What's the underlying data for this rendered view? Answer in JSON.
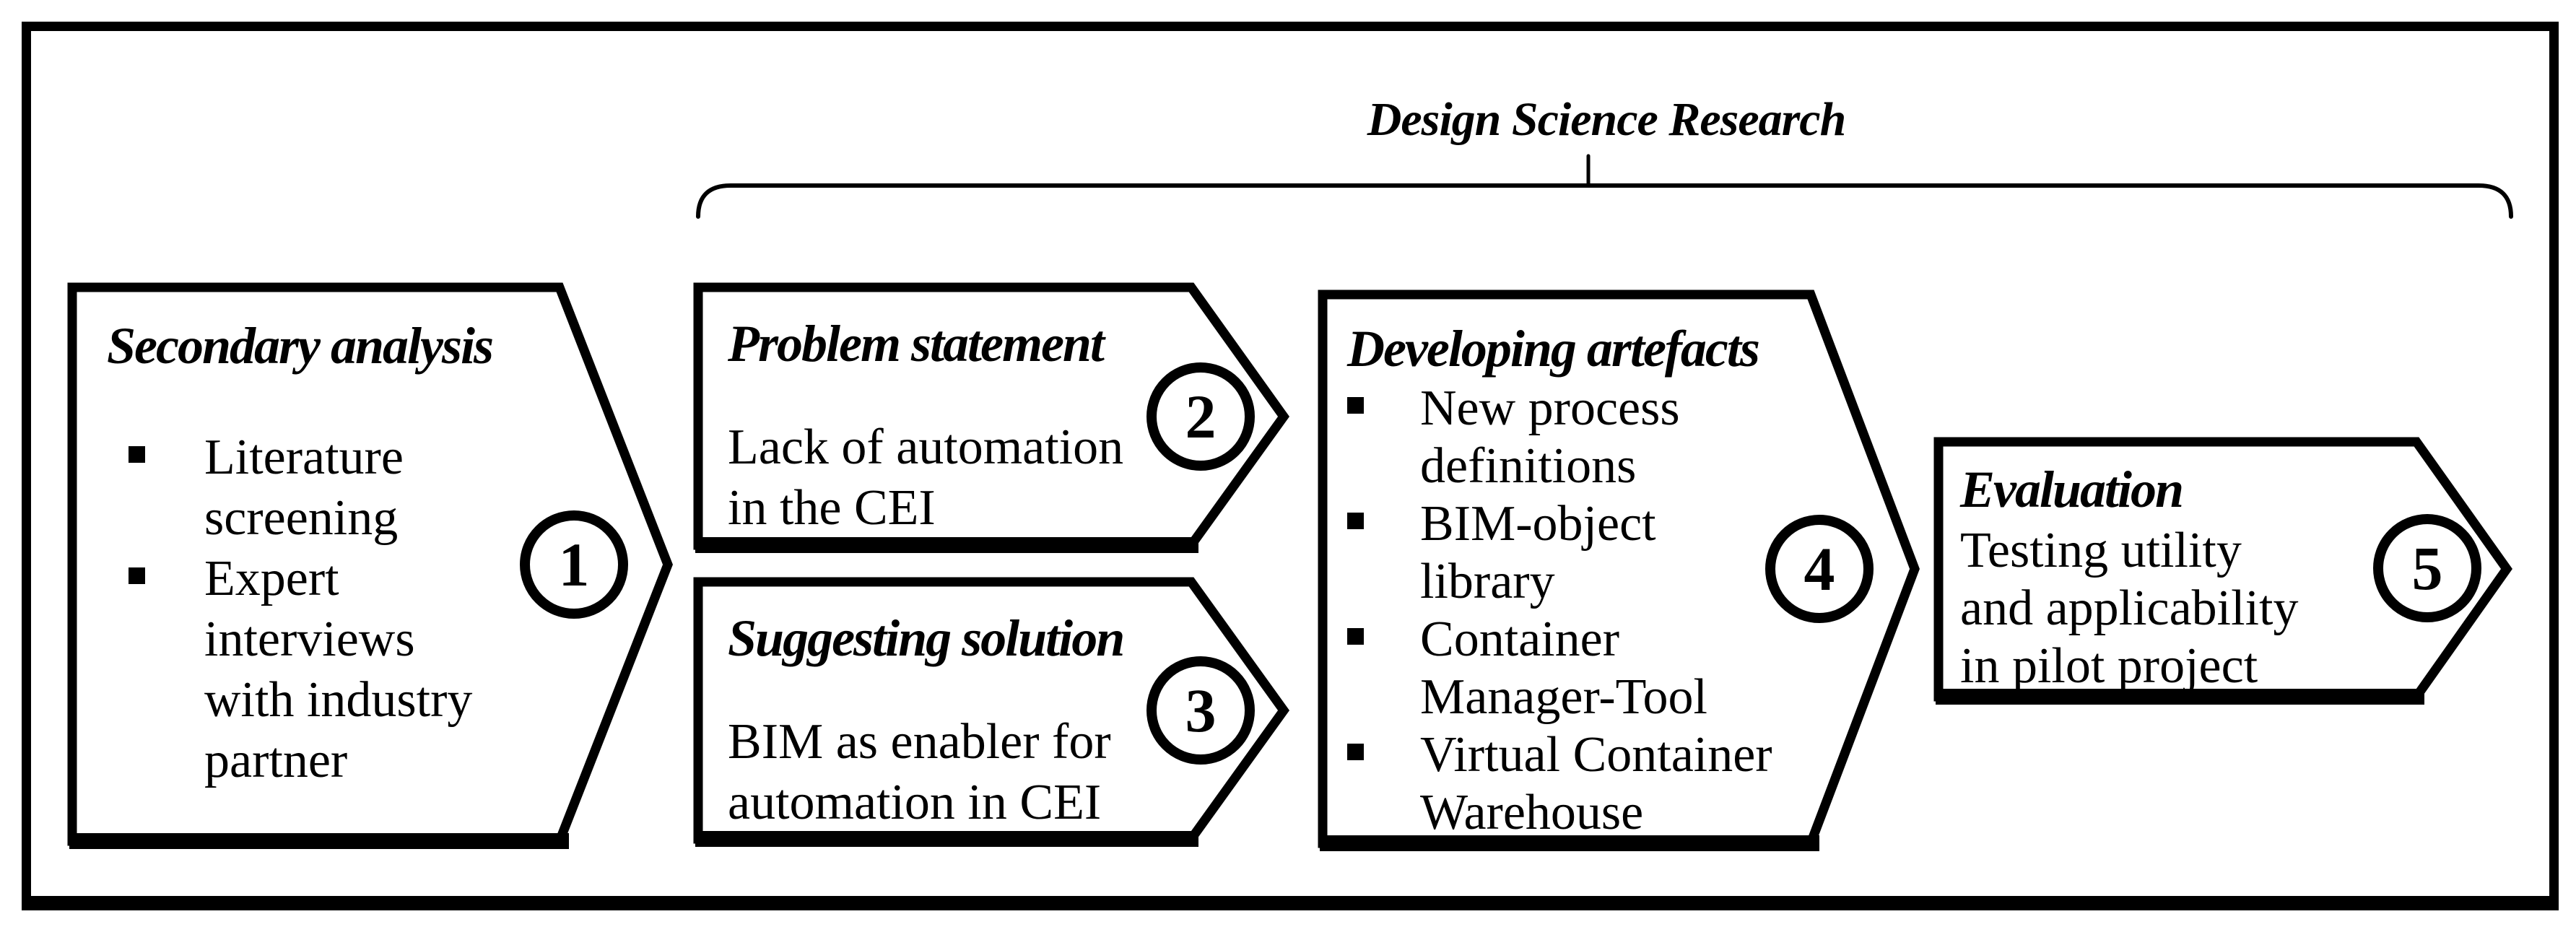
{
  "title": "Design Science Research",
  "colors": {
    "ink": "#000000",
    "paper": "#ffffff"
  },
  "phases": [
    {
      "number": "1",
      "heading": "Secondary analysis",
      "bullets": [
        "Literature\nscreening",
        "Expert\ninterviews\nwith industry\npartner"
      ]
    },
    {
      "number": "2",
      "heading": "Problem statement",
      "body": "Lack of automation\nin the CEI"
    },
    {
      "number": "3",
      "heading": "Suggesting solution",
      "body": "BIM as enabler for\nautomation in CEI"
    },
    {
      "number": "4",
      "heading": "Developing artefacts",
      "bullets": [
        "New process\ndefinitions",
        "BIM-object\nlibrary",
        "Container\nManager-Tool",
        "Virtual Container\nWarehouse"
      ]
    },
    {
      "number": "5",
      "heading": "Evaluation",
      "body": "Testing utility\nand applicability\nin pilot project"
    }
  ]
}
